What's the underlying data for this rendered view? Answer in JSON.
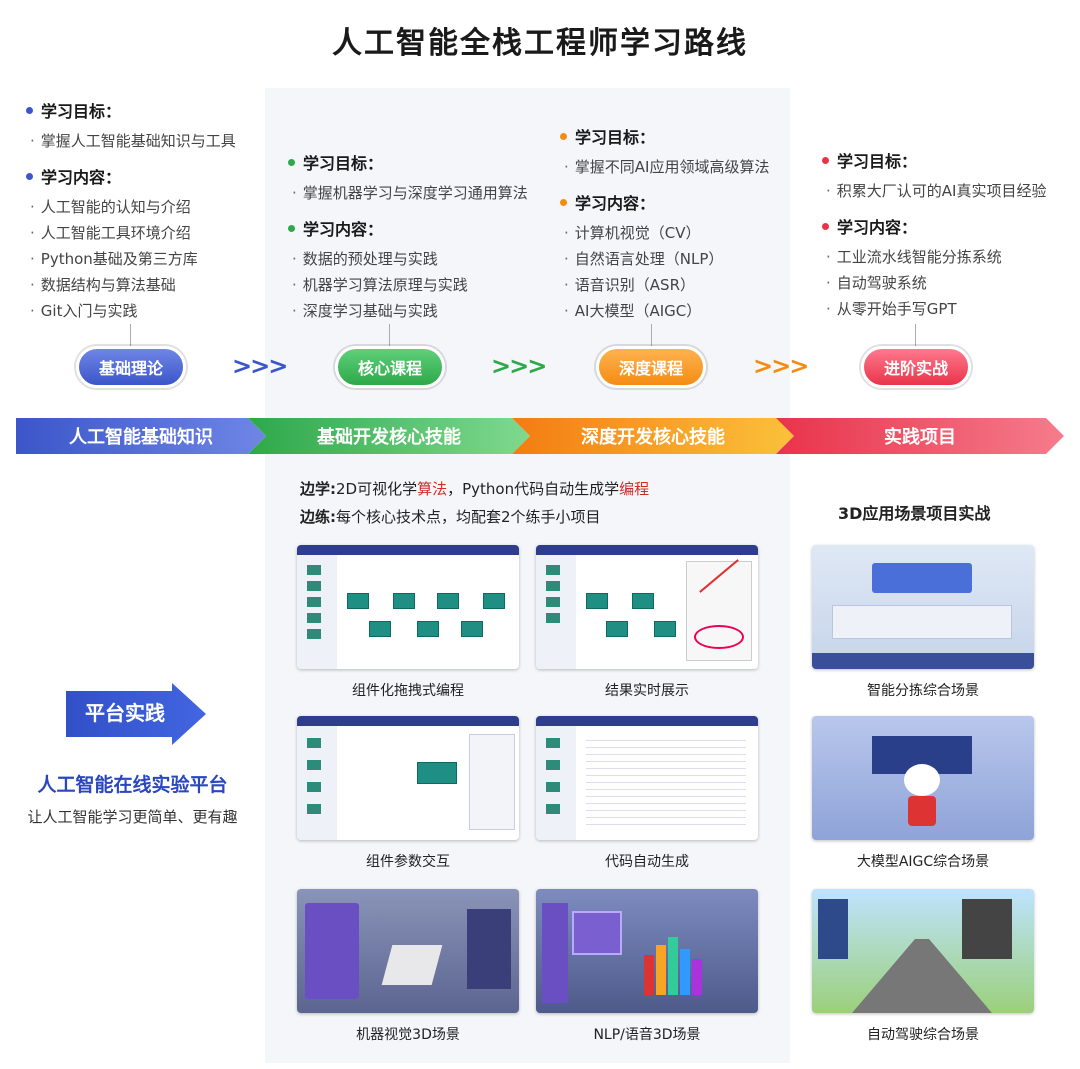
{
  "title": "人工智能全栈工程师学习路线",
  "colors": {
    "blue": "#3b56c9",
    "green": "#2ea84a",
    "orange": "#f48c12",
    "red": "#e9334b"
  },
  "stages": [
    {
      "goal_label": "学习目标：",
      "goals": [
        "掌握人工智能基础知识与工具"
      ],
      "content_label": "学习内容：",
      "contents": [
        "人工智能的认知与介绍",
        "人工智能工具环境介绍",
        "Python基础及第三方库",
        "数据结构与算法基础",
        "Git入门与实践"
      ],
      "pill": "基础理论",
      "band": "人工智能基础知识"
    },
    {
      "goal_label": "学习目标：",
      "goals": [
        "掌握机器学习与深度学习通用算法"
      ],
      "content_label": "学习内容：",
      "contents": [
        "数据的预处理与实践",
        "机器学习算法原理与实践",
        "深度学习基础与实践"
      ],
      "pill": "核心课程",
      "band": "基础开发核心技能"
    },
    {
      "goal_label": "学习目标：",
      "goals": [
        "掌握不同AI应用领域高级算法"
      ],
      "content_label": "学习内容：",
      "contents": [
        "计算机视觉（CV）",
        "自然语言处理（NLP）",
        "语音识别（ASR）",
        "AI大模型（AIGC）"
      ],
      "pill": "深度课程",
      "band": "深度开发核心技能"
    },
    {
      "goal_label": "学习目标：",
      "goals": [
        "积累大厂认可的AI真实项目经验"
      ],
      "content_label": "学习内容：",
      "contents": [
        "工业流水线智能分拣系统",
        "自动驾驶系统",
        "从零开始手写GPT"
      ],
      "pill": "进阶实战",
      "band": "实践项目"
    }
  ],
  "chevrons": ">>>",
  "platform": {
    "arrow_label": "平台实践",
    "name": "人工智能在线实验平台",
    "slogan": "让人工智能学习更简单、更有趣"
  },
  "learn_line": {
    "prefix": "边学:",
    "part1": "2D可视化学",
    "hl1": "算法",
    "part2": "，Python代码自动生成学",
    "hl2": "编程"
  },
  "practice_line": {
    "prefix": "边练:",
    "text": "每个核心技术点，均配套2个练手小项目"
  },
  "right_title": "3D应用场景项目实战",
  "screens": [
    "组件化拖拽式编程",
    "结果实时展示",
    "组件参数交互",
    "代码自动生成",
    "机器视觉3D场景",
    "NLP/语音3D场景"
  ],
  "scenes": [
    "智能分拣综合场景",
    "大模型AIGC综合场景",
    "自动驾驶综合场景"
  ]
}
